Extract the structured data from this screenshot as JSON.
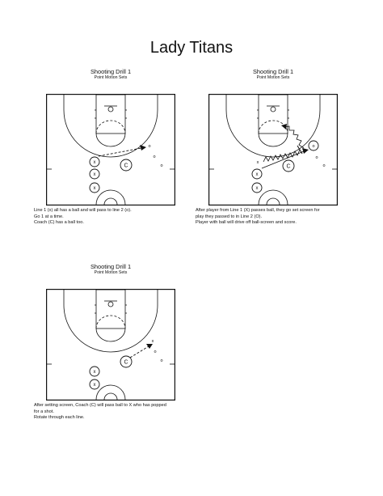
{
  "page": {
    "title": "Lady Titans"
  },
  "drills": [
    {
      "title": "Shooting Drill 1",
      "subtitle": "Point Motion Sets",
      "caption": [
        "Line 1 (x) all has a ball and will pass to line 2 (o).",
        "Go 1 at a time.",
        "Coach (C) has a ball too."
      ]
    },
    {
      "title": "Shooting Drill 1",
      "subtitle": "Point Motion Sets",
      "caption": [
        "After player from Line 1 (X) passes ball, they go set screen for",
        "play they passed to in Line 2 (O).",
        "Player with ball will drive off ball-screen and score."
      ]
    },
    {
      "title": "Shooting Drill 1",
      "subtitle": "Point Motion Sets",
      "caption": [
        "After setting screen, Coach (C) will pass ball to X who has popped",
        "for a shot.",
        "Rotate through each line."
      ]
    }
  ],
  "markers": {
    "x": "x",
    "o": "o",
    "coach": "C"
  }
}
